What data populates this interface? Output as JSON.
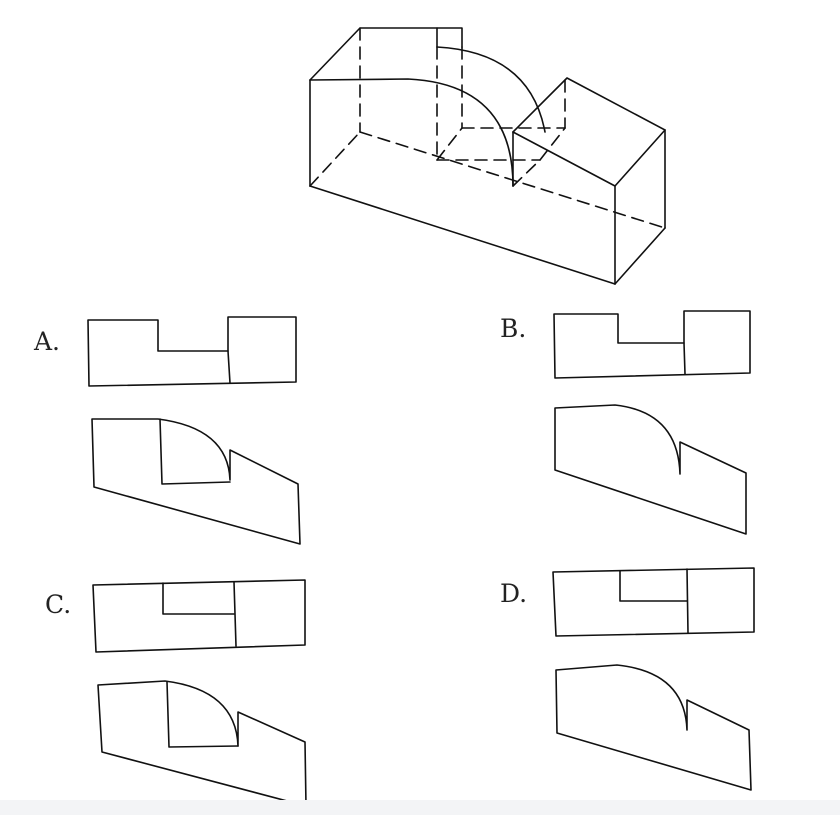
{
  "options": [
    {
      "key": "A",
      "label": "A."
    },
    {
      "key": "B",
      "label": "B."
    },
    {
      "key": "C",
      "label": "C."
    },
    {
      "key": "D",
      "label": "D."
    }
  ],
  "colors": {
    "line": "#111111",
    "text": "#222222",
    "background": "#ffffff",
    "footer_strip": "#f3f4f6"
  }
}
